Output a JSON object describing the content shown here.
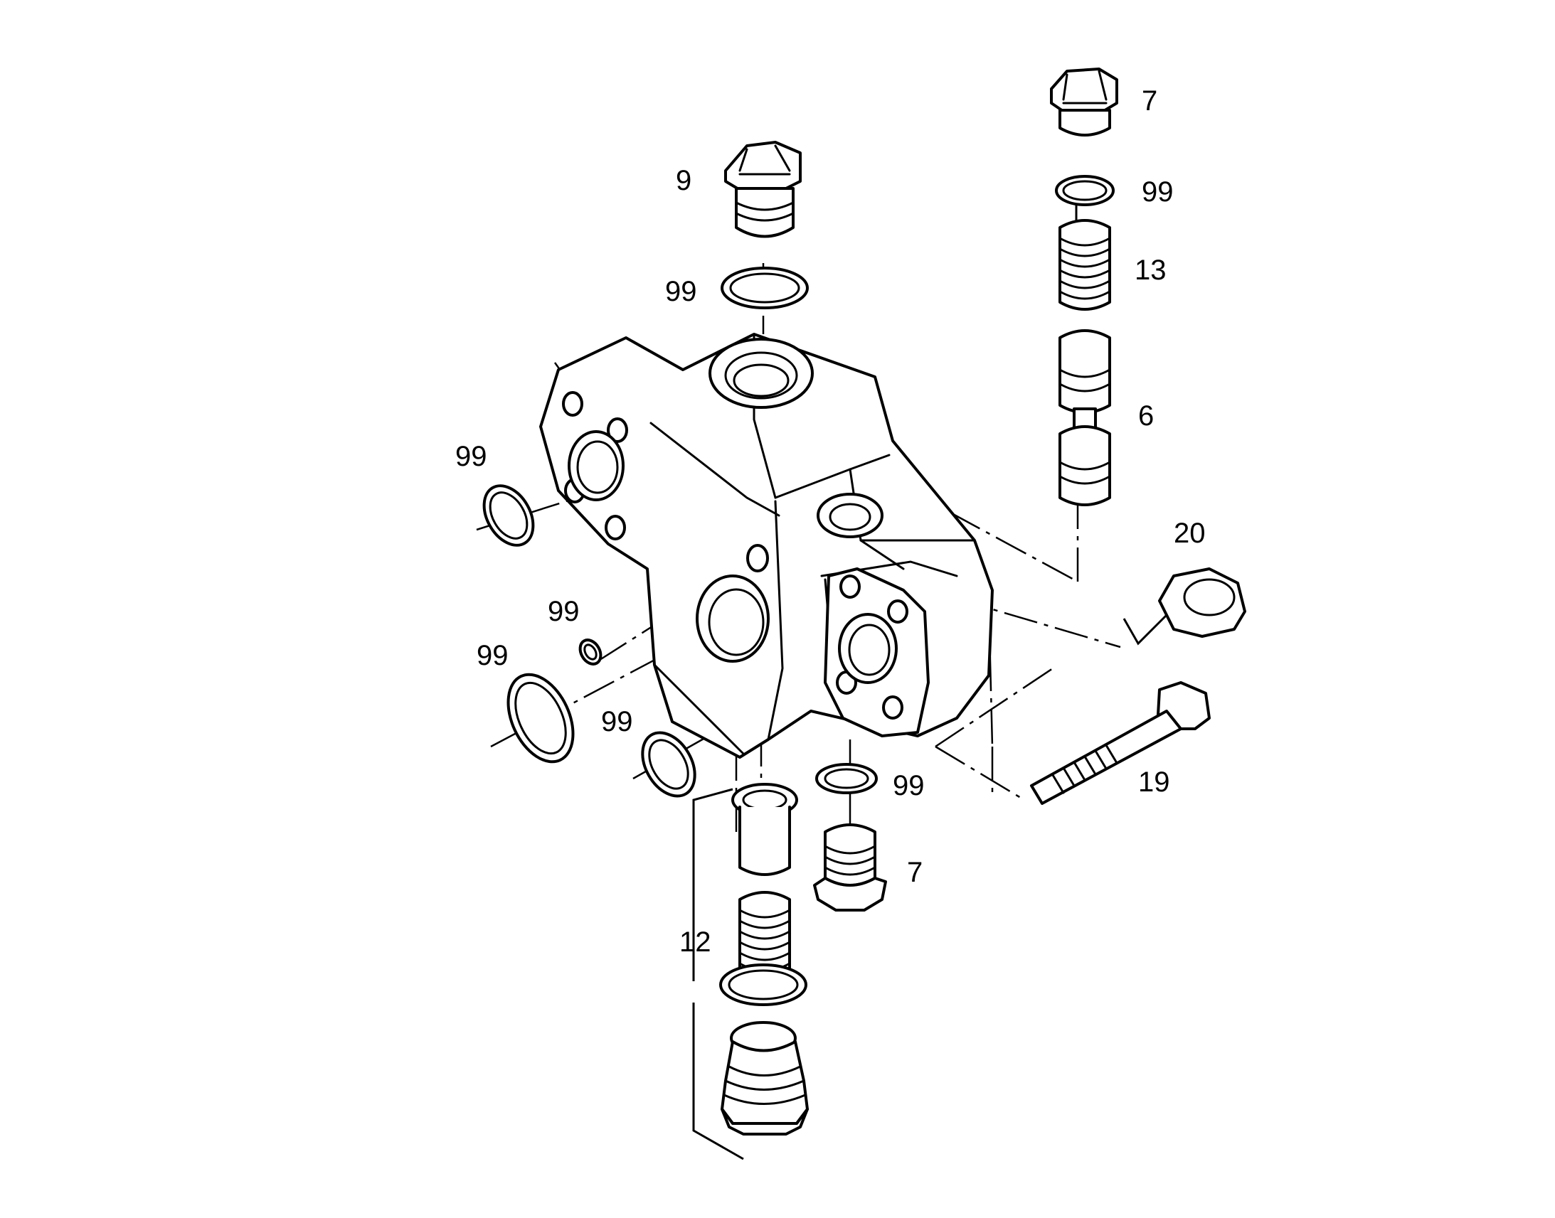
{
  "diagram": {
    "type": "exploded-parts-view",
    "callouts": [
      {
        "id": "p7_top",
        "label": "7"
      },
      {
        "id": "p99_top_right",
        "label": "99"
      },
      {
        "id": "p13",
        "label": "13"
      },
      {
        "id": "p6",
        "label": "6"
      },
      {
        "id": "p9",
        "label": "9"
      },
      {
        "id": "p99_top_left",
        "label": "99"
      },
      {
        "id": "p99_left",
        "label": "99"
      },
      {
        "id": "p20",
        "label": "20"
      },
      {
        "id": "p99_small",
        "label": "99"
      },
      {
        "id": "p99_large",
        "label": "99"
      },
      {
        "id": "p99_mid",
        "label": "99"
      },
      {
        "id": "p99_bottom",
        "label": "99"
      },
      {
        "id": "p19",
        "label": "19"
      },
      {
        "id": "p7_bottom",
        "label": "7"
      },
      {
        "id": "p12",
        "label": "12"
      }
    ]
  },
  "colors": {
    "line": "#000000",
    "background": "#ffffff"
  }
}
